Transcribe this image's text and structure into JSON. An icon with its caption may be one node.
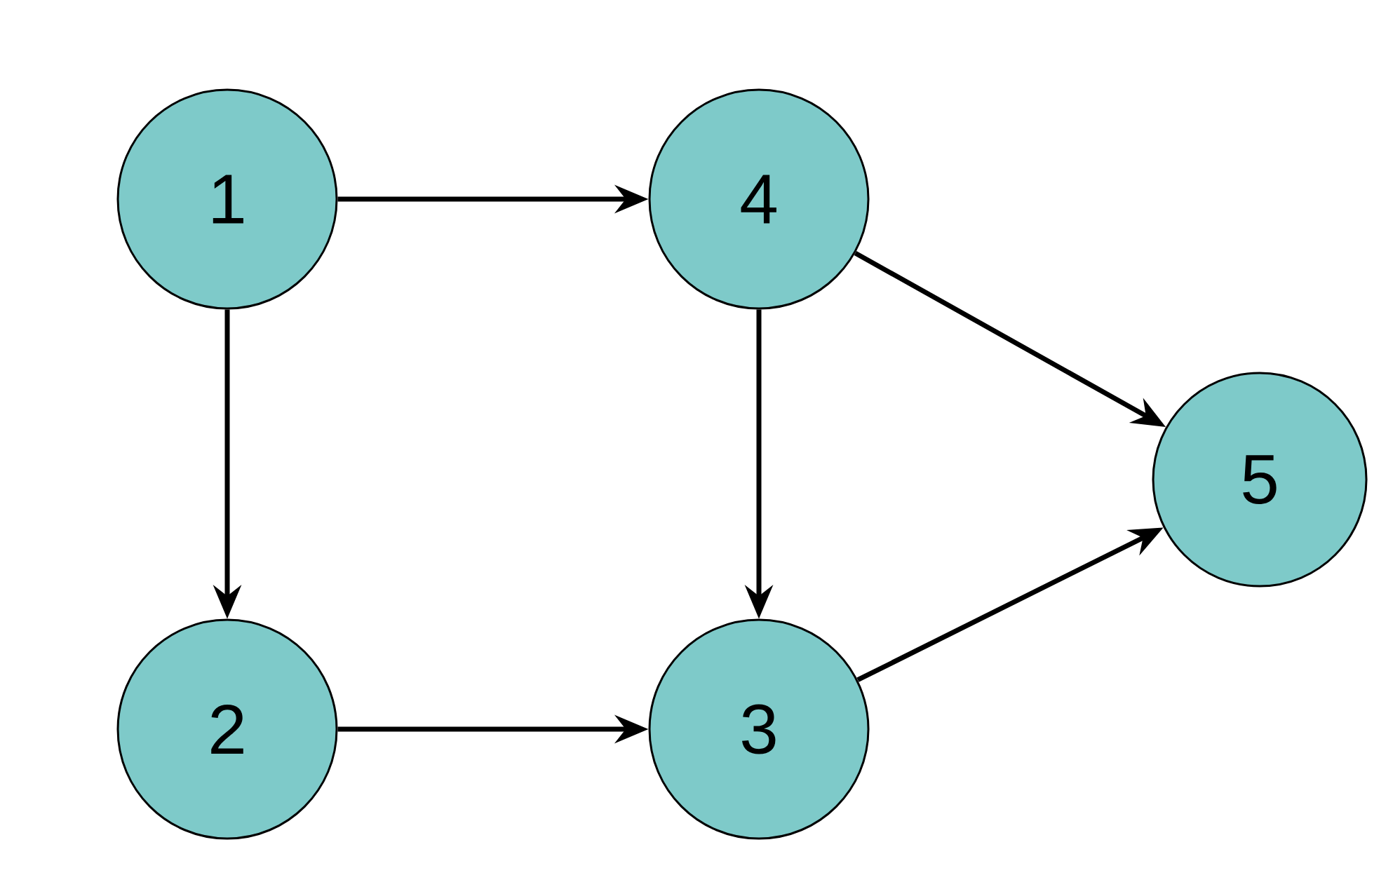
{
  "diagram": {
    "nodes": [
      {
        "text": [
          "1"
        ]
      },
      {
        "text": [
          "4"
        ]
      },
      {
        "text": [
          "5"
        ]
      },
      {
        "text": [
          "2"
        ]
      },
      {
        "text": [
          "3"
        ]
      }
    ],
    "edges": [
      {
        "from": 0,
        "to": 1,
        "arrow": "to"
      },
      {
        "from": 0,
        "to": 3,
        "arrow": "to"
      },
      {
        "from": 1,
        "to": 4,
        "arrow": "to"
      },
      {
        "from": 1,
        "to": 2,
        "arrow": "to"
      },
      {
        "from": 3,
        "to": 4,
        "arrow": "to"
      },
      {
        "from": 4,
        "to": 2,
        "arrow": "to"
      }
    ]
  }
}
